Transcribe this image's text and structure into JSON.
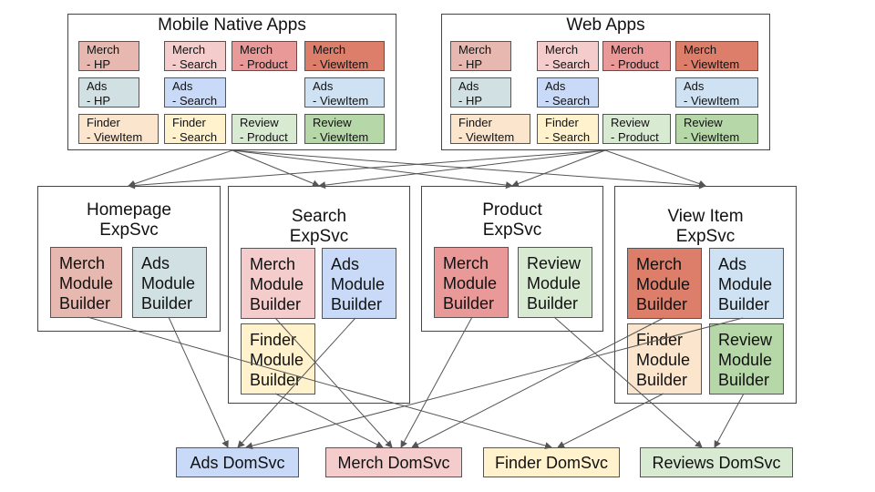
{
  "colors": {
    "merch_hp": "#e6b8af",
    "merch_search": "#f4cccc",
    "merch_product": "#ea9999",
    "merch_viewitem": "#dd7e6b",
    "ads_hp": "#d0e0e3",
    "ads_search": "#c9daf8",
    "ads_viewitem": "#cfe2f3",
    "finder_viewitem": "#fce5cd",
    "finder_search": "#fff2cc",
    "review_product": "#d9ead3",
    "review_viewitem": "#b6d7a8",
    "line": "#555555"
  },
  "apps": {
    "mobile": {
      "title": "Mobile Native Apps",
      "tiles": [
        "Merch\n- HP",
        "Merch\n- Search",
        "Merch\n- Product",
        "Merch\n- ViewItem",
        "Ads\n- HP",
        "Ads\n- Search",
        "Ads\n- ViewItem",
        "Finder\n- ViewItem",
        "Finder\n- Search",
        "Review\n- Product",
        "Review\n- ViewItem"
      ]
    },
    "web": {
      "title": "Web Apps",
      "tiles": [
        "Merch\n- HP",
        "Merch\n- Search",
        "Merch\n- Product",
        "Merch\n- ViewItem",
        "Ads\n- HP",
        "Ads\n- Search",
        "Ads\n- ViewItem",
        "Finder\n- ViewItem",
        "Finder\n- Search",
        "Review\n- Product",
        "Review\n- ViewItem"
      ]
    }
  },
  "services": {
    "homepage": {
      "title": "Homepage\nExpSvc",
      "modules": [
        "Merch\nModule\nBuilder",
        "Ads\nModule\nBuilder"
      ]
    },
    "search": {
      "title": "Search\nExpSvc",
      "modules": [
        "Merch\nModule\nBuilder",
        "Ads\nModule\nBuilder",
        "Finder\nModule\nBuilder"
      ]
    },
    "product": {
      "title": "Product\nExpSvc",
      "modules": [
        "Merch\nModule\nBuilder",
        "Review\nModule\nBuilder"
      ]
    },
    "viewitem": {
      "title": "View Item\nExpSvc",
      "modules": [
        "Merch\nModule\nBuilder",
        "Ads\nModule\nBuilder",
        "Finder\nModule\nBuilder",
        "Review\nModule\nBuilder"
      ]
    }
  },
  "domains": {
    "ads": "Ads DomSvc",
    "merch": "Merch DomSvc",
    "finder": "Finder DomSvc",
    "reviews": "Reviews DomSvc"
  }
}
